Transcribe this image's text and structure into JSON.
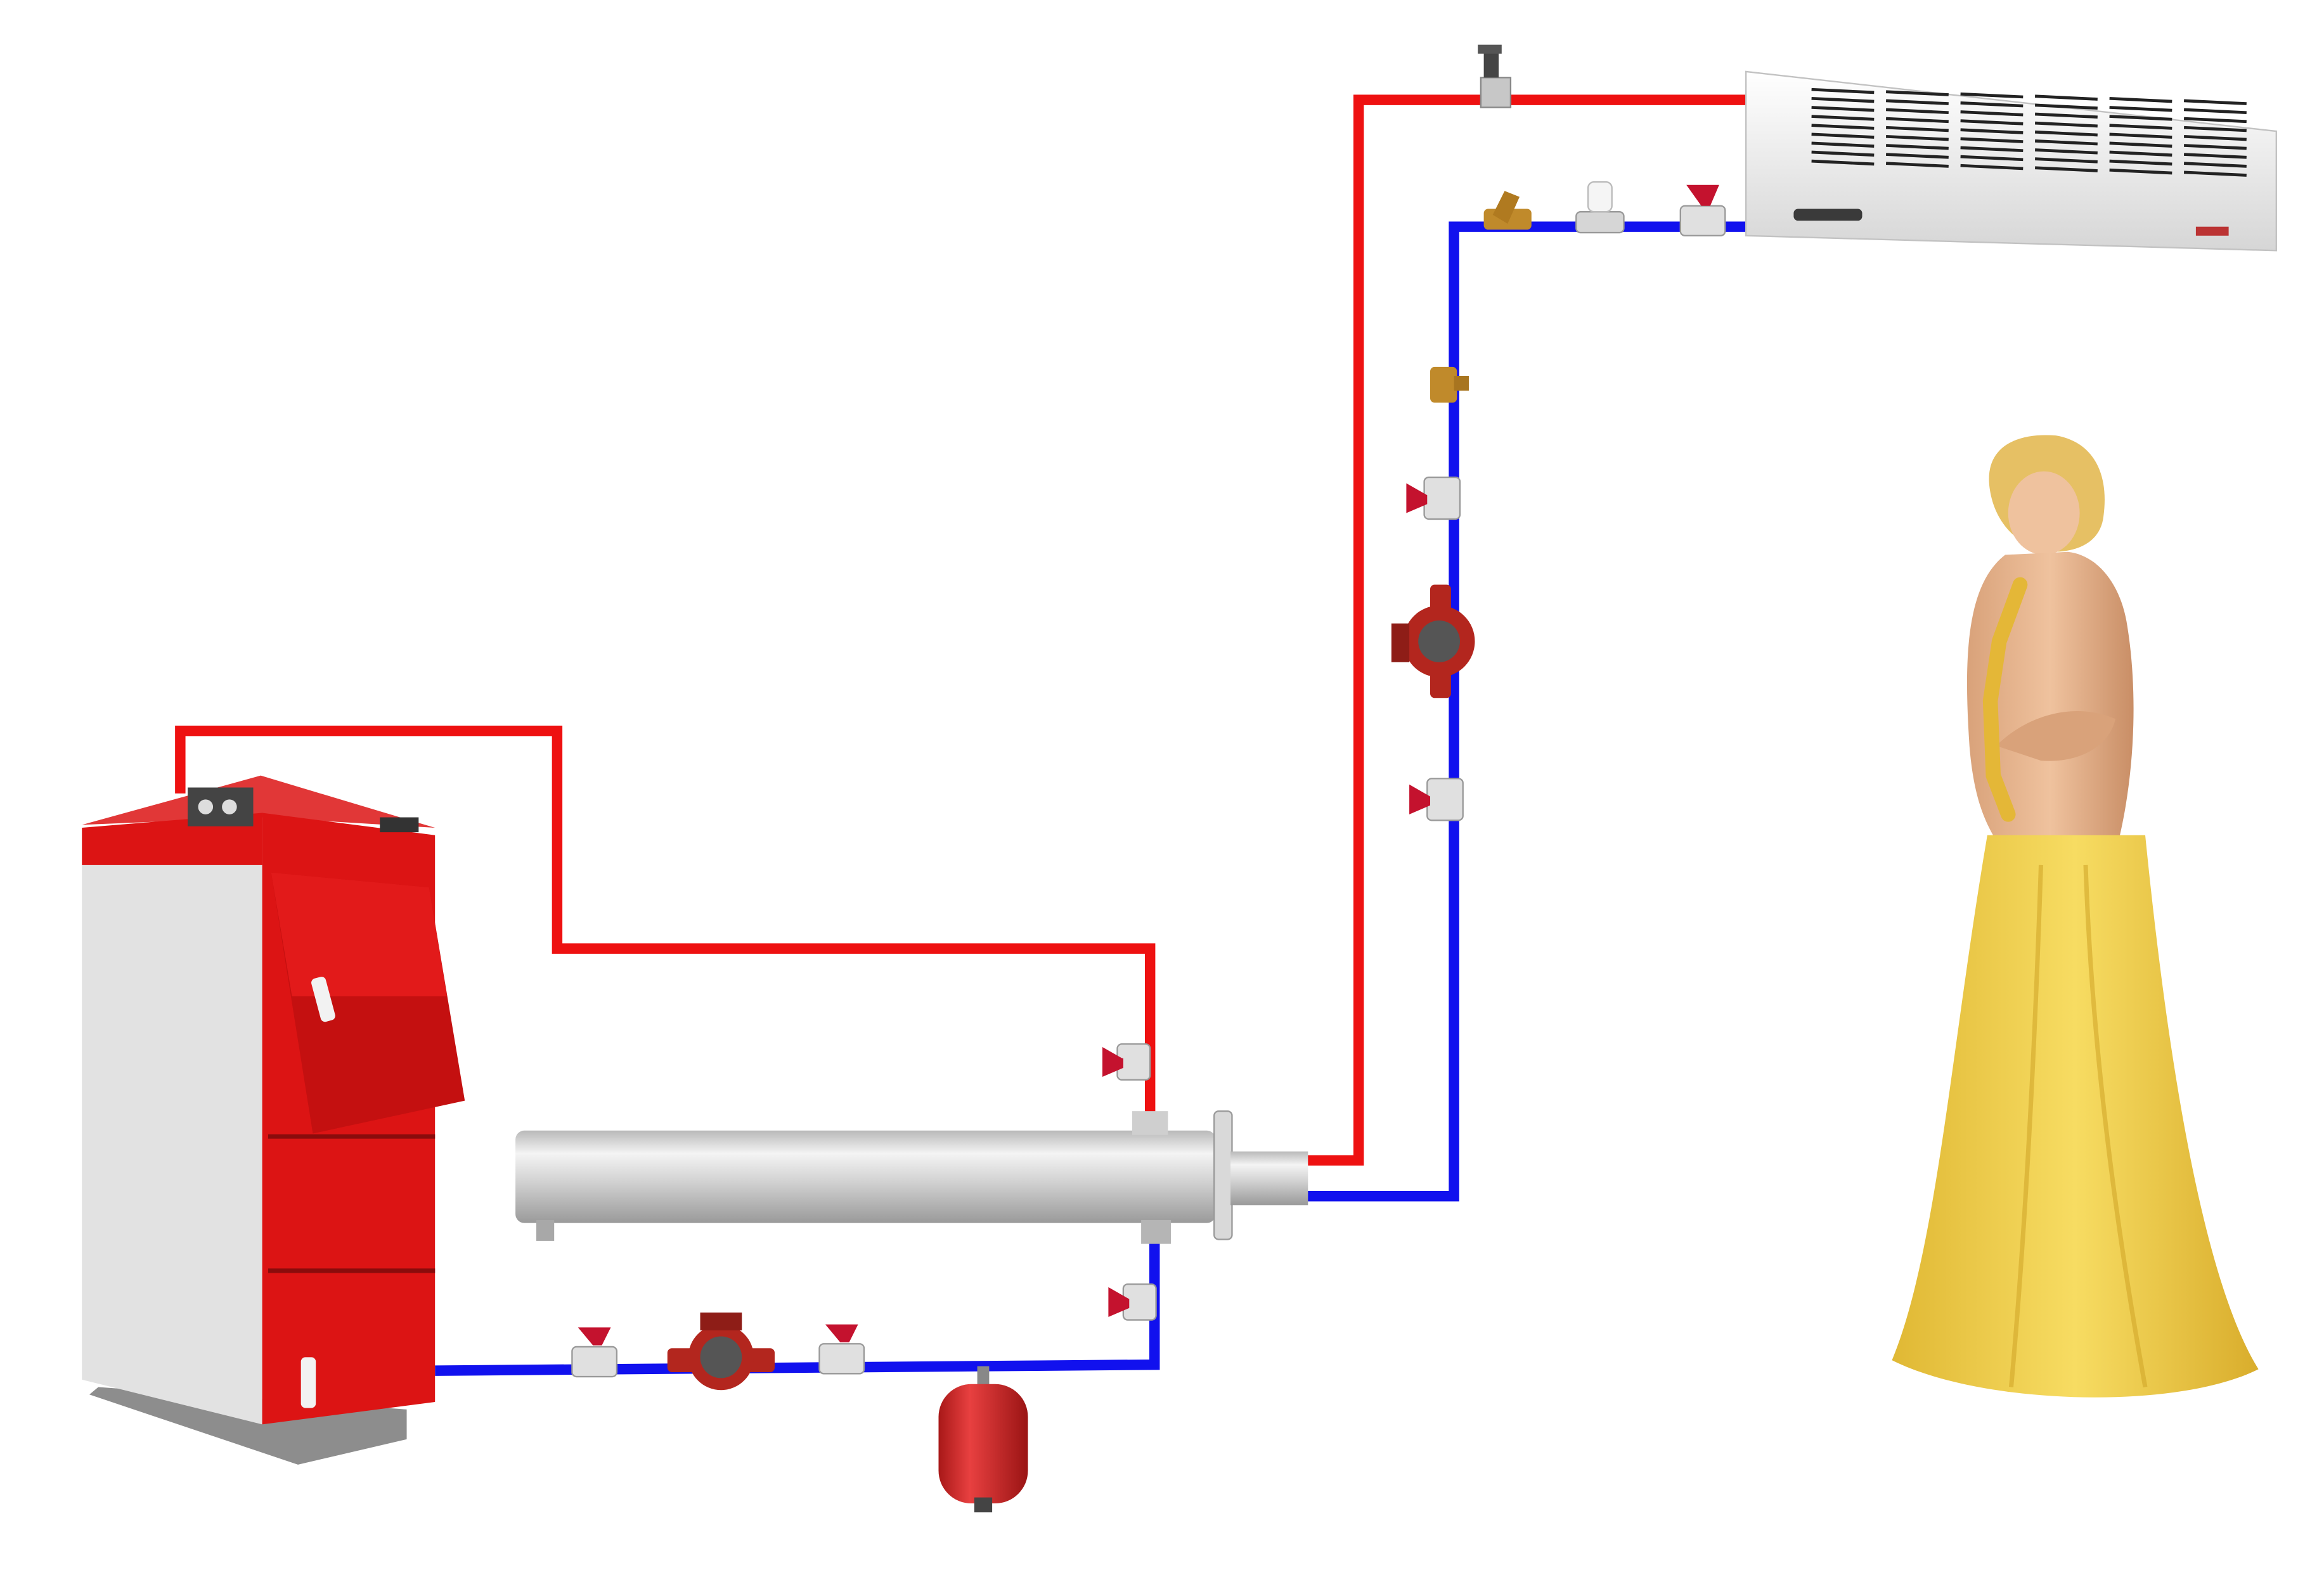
{
  "diagram": {
    "colors": {
      "supply": "#ee1111",
      "return": "#1111ee",
      "valve_handle": "#c4122e",
      "pump": "#b3261e",
      "boiler": "#dc1414",
      "boiler_side": "#e2e2e2",
      "heat_exchanger": "#c8c8c8",
      "expansion_tank": "#d42525",
      "brass": "#c08a2b",
      "dress": "#f0cf4a",
      "skin": "#e8b48c",
      "hair": "#e6c064",
      "air_heater_body": "#f2f2f2"
    },
    "components": [
      {
        "id": "boiler",
        "icon": "solid-fuel-boiler-icon"
      },
      {
        "id": "heat-exchanger",
        "icon": "heat-exchanger-icon"
      },
      {
        "id": "expansion-tank",
        "icon": "expansion-tank-icon"
      },
      {
        "id": "pump-primary",
        "icon": "circulation-pump-icon"
      },
      {
        "id": "pump-secondary",
        "icon": "circulation-pump-icon"
      },
      {
        "id": "air-heater",
        "icon": "air-curtain-heater-icon"
      },
      {
        "id": "person",
        "icon": "woman-in-dress-icon"
      },
      {
        "id": "safety-valve",
        "icon": "safety-valve-icon"
      },
      {
        "id": "strainer",
        "icon": "y-strainer-icon"
      },
      {
        "id": "thermostatic-valve",
        "icon": "thermostatic-valve-icon"
      },
      {
        "id": "check-valve",
        "icon": "check-valve-icon"
      },
      {
        "id": "ball-valve",
        "icon": "ball-valve-icon"
      }
    ],
    "pipes": [
      {
        "id": "boiler-supply",
        "type": "supply"
      },
      {
        "id": "boiler-return",
        "type": "return"
      },
      {
        "id": "heater-supply",
        "type": "supply"
      },
      {
        "id": "heater-return",
        "type": "return"
      }
    ]
  }
}
